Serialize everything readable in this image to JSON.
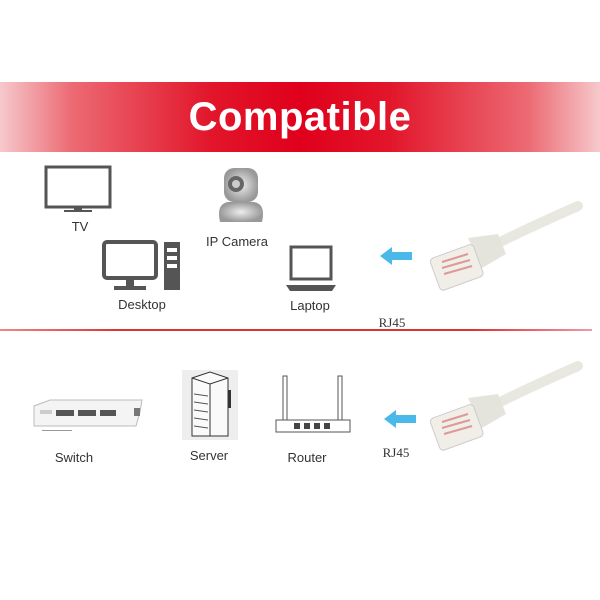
{
  "banner": {
    "title": "Compatible",
    "color": "#e0001c"
  },
  "top_devices": [
    {
      "label": "TV"
    },
    {
      "label": "IP Camera"
    },
    {
      "label": "Desktop"
    },
    {
      "label": "Laptop"
    }
  ],
  "bottom_devices": [
    {
      "label": "Switch"
    },
    {
      "label": "Server"
    },
    {
      "label": "Router"
    }
  ],
  "connector": {
    "top_label": "RJ45",
    "bottom_label": "RJ45",
    "arrow_color": "#4ab8e8"
  }
}
